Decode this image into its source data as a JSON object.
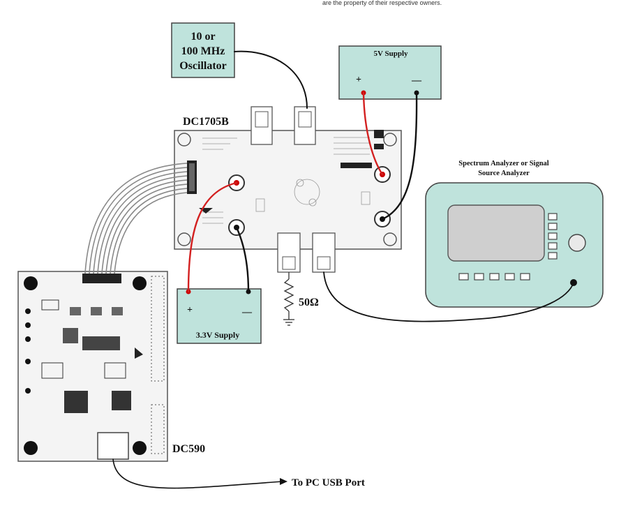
{
  "header_note": "are the property of their respective owners.",
  "oscillator": {
    "line1": "10 or",
    "line2": "100 MHz",
    "line3": "Oscillator"
  },
  "supply_5v": {
    "title": "5V Supply",
    "plus": "+",
    "minus": "—"
  },
  "supply_3v3": {
    "title": "3.3V Supply",
    "plus": "+",
    "minus": "—"
  },
  "board_dc1705b": {
    "name": "DC1705B"
  },
  "board_dc590": {
    "name": "DC590"
  },
  "termination": {
    "label": "50Ω"
  },
  "analyzer": {
    "line1": "Spectrum Analyzer or Signal",
    "line2": "Source Analyzer"
  },
  "usb": {
    "label": "To PC USB Port"
  },
  "colors": {
    "box_fill": "#bfe3dc",
    "box_stroke": "#444444",
    "board_fill": "#f4f4f4",
    "wire_red": "#d32020",
    "wire_black": "#111111",
    "analyzer_fill": "#bfe3dc",
    "screen_fill": "#cfcfcf"
  }
}
